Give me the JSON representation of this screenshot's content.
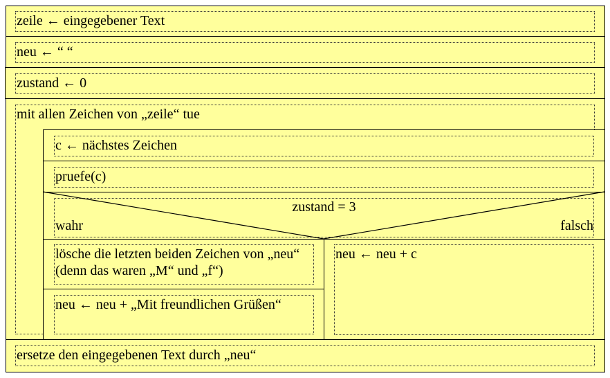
{
  "diagram": {
    "steps": {
      "init_zeile": "zeile ← eingegebener Text",
      "init_neu": "neu ← “ “",
      "init_zustand": "zustand ← 0",
      "loop_header": "mit allen Zeichen von „zeile“ tue",
      "next_char": "c ← nächstes Zeichen",
      "check": "pruefe(c)",
      "condition": "zustand = 3",
      "true_label": "wahr",
      "false_label": "falsch",
      "true_step1": "lösche die letzten beiden Zeichen von „neu“ (denn das waren „M“ und „f“)",
      "true_step2": "neu ← neu + „Mit freundlichen Grüßen“",
      "false_step": "neu ← neu + c",
      "final": "ersetze den eingegebenen Text durch „neu“"
    },
    "colors": {
      "fill": "#ffff9c",
      "border": "#000000"
    }
  }
}
